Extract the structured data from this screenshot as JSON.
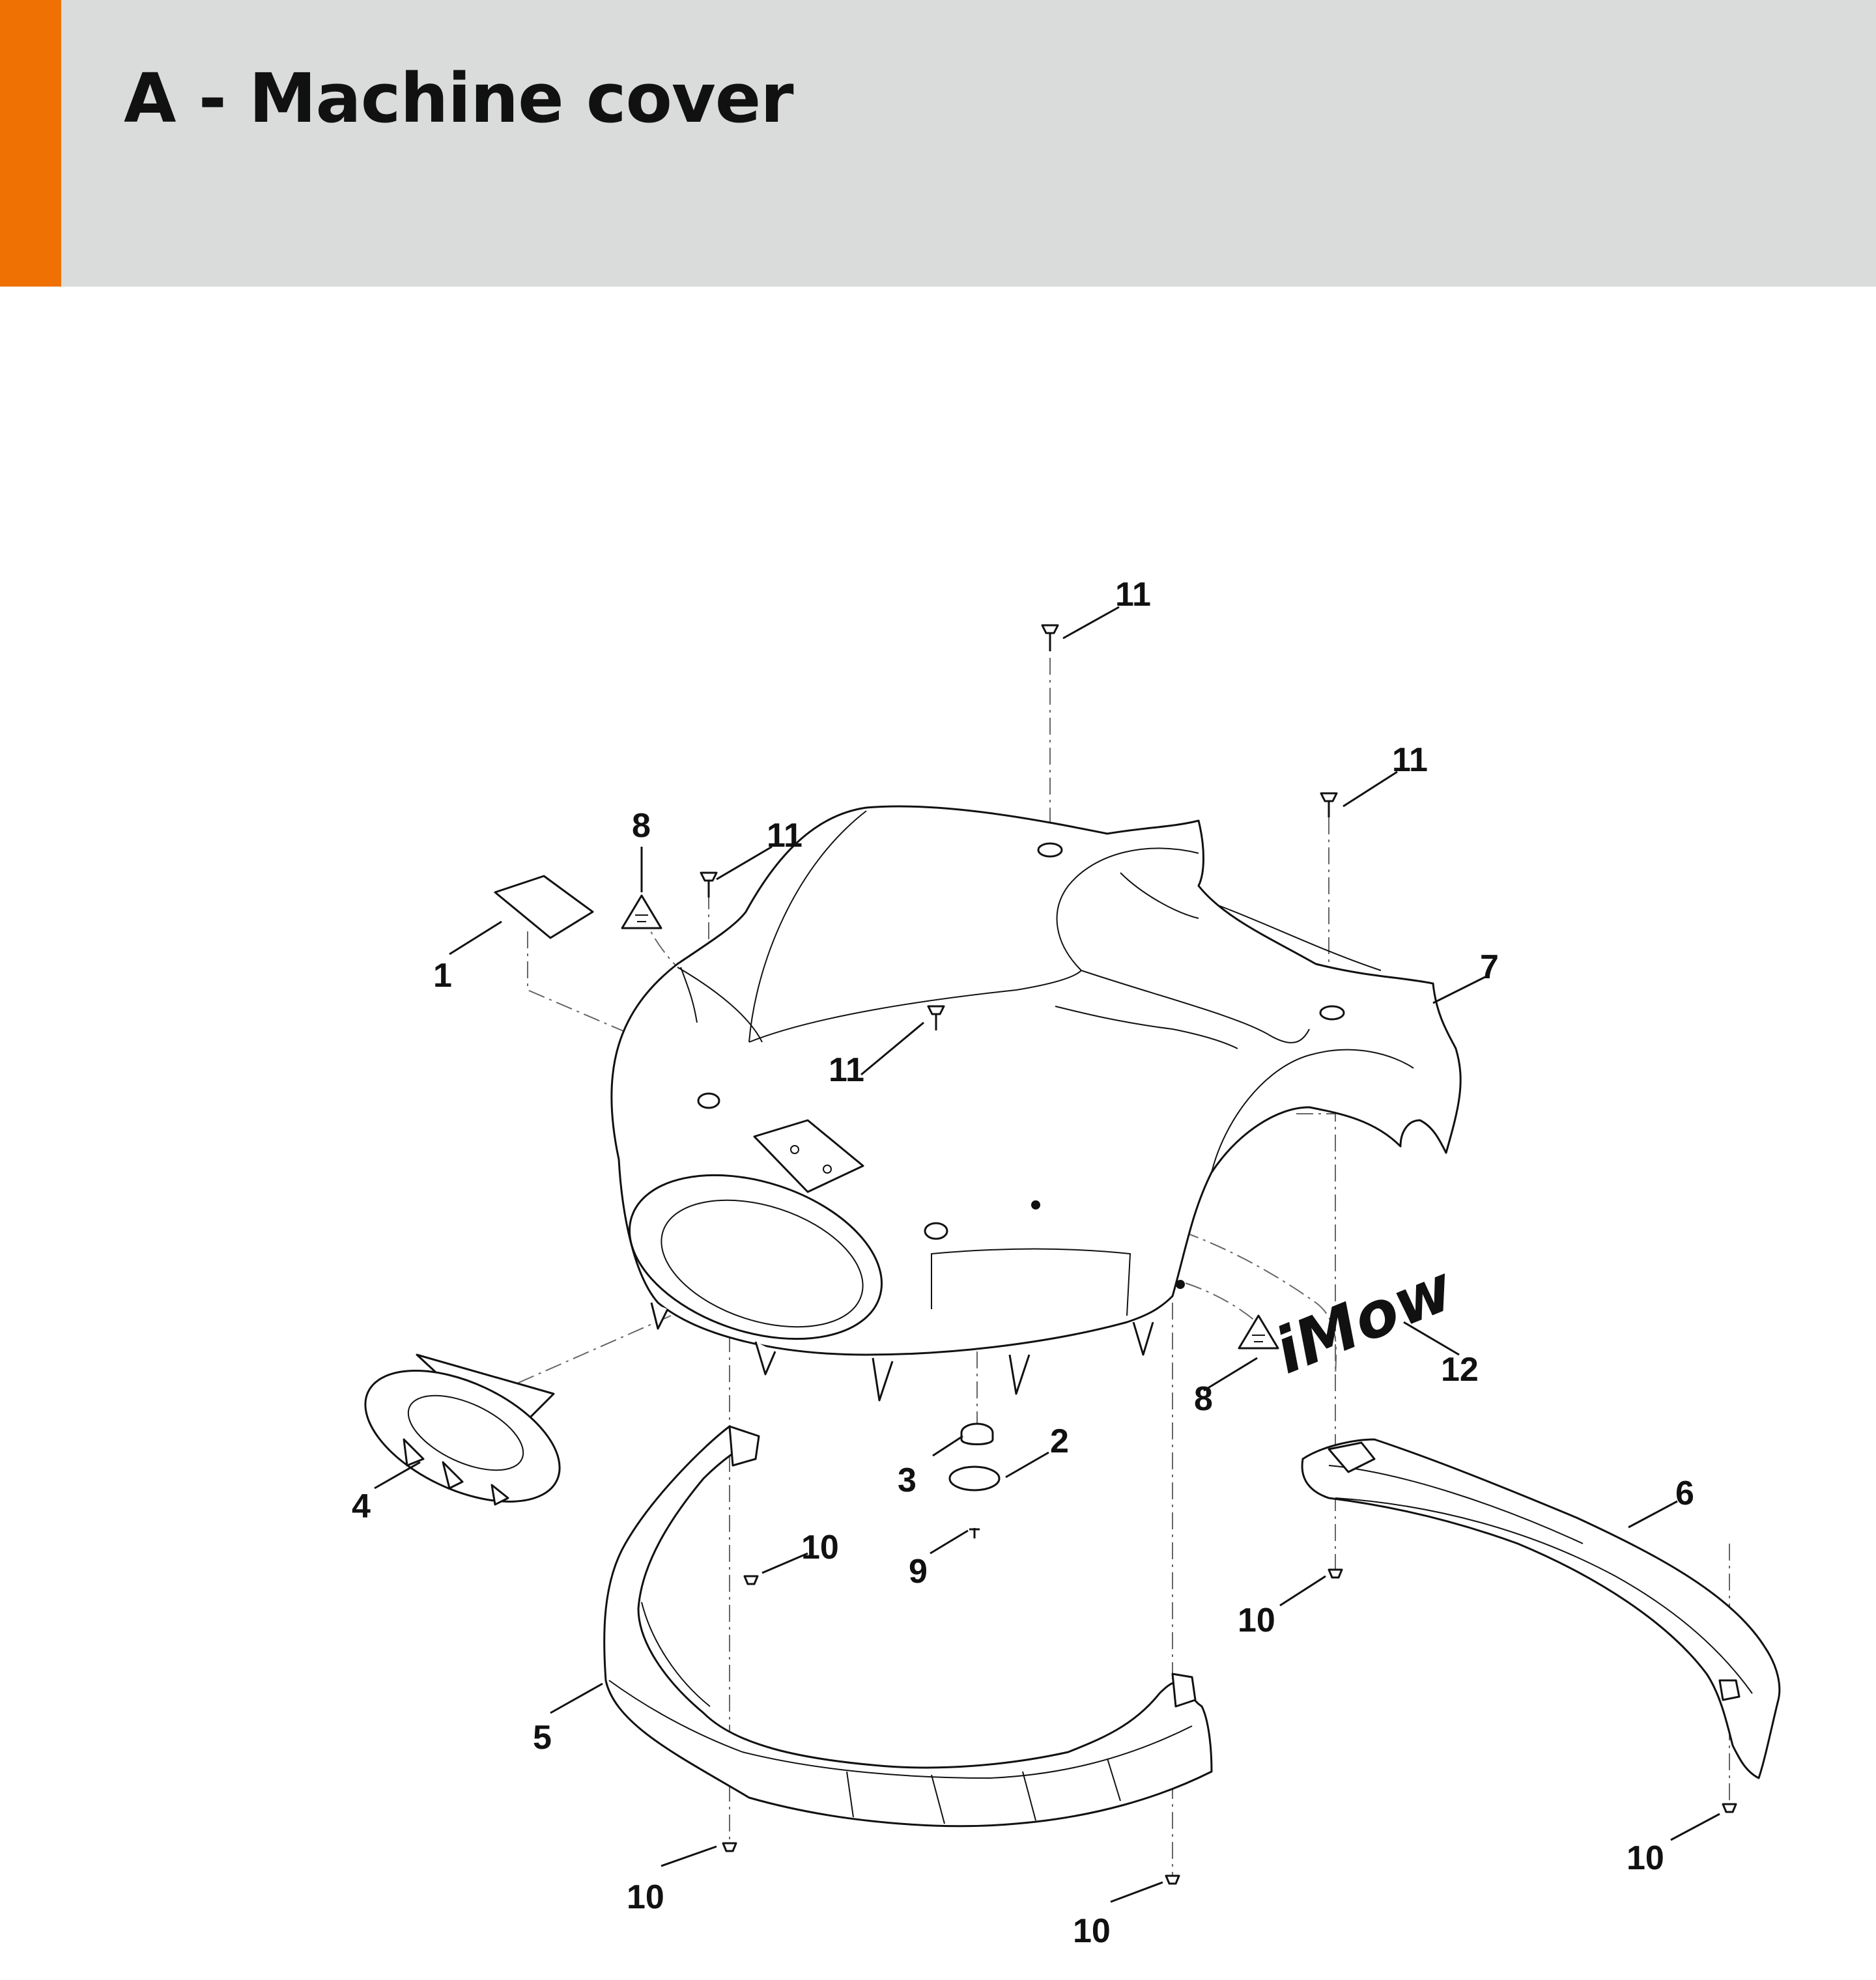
{
  "header": {
    "title": "A - Machine cover",
    "accent_color": "#ef7104",
    "background_color": "#dadcdb"
  },
  "label_12_logo_text": "iMow",
  "callouts": [
    "11",
    "11",
    "11",
    "11",
    "8",
    "1",
    "7",
    "8",
    "12",
    "4",
    "3",
    "2",
    "9",
    "10",
    "6",
    "10",
    "5",
    "10",
    "10",
    "10"
  ]
}
